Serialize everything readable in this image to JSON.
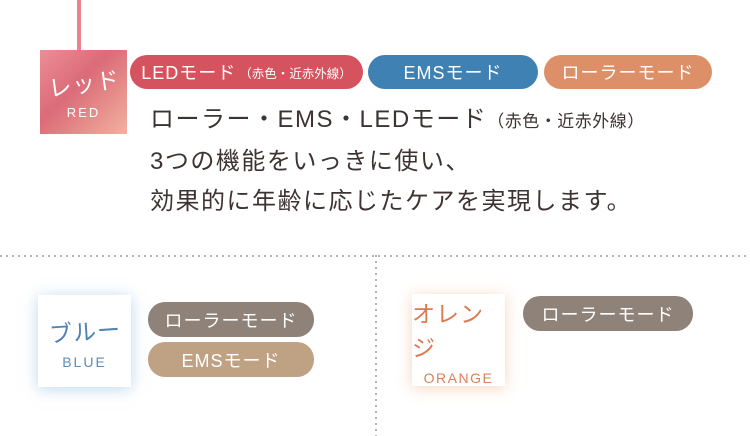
{
  "red_section": {
    "accent_line_color": "#e8838f",
    "swatch": {
      "label_jp": "レッド",
      "label_en": "RED",
      "gradient_colors": [
        "#ec8e97",
        "#db6b78",
        "#f2b19f"
      ]
    },
    "pills": [
      {
        "label": "LEDモード",
        "sub": "（赤色・近赤外線）",
        "color": "#d5535e"
      },
      {
        "label": "EMSモード",
        "color": "#4081b4"
      },
      {
        "label": "ローラーモード",
        "color": "#dd8f68"
      }
    ],
    "description": {
      "line1_main": "ローラー・EMS・LEDモード",
      "line1_sub": "（赤色・近赤外線）",
      "line2": "3つの機能をいっきに使い、",
      "line3": "効果的に年齢に応じたケアを実現します。",
      "text_color": "#3d3332"
    }
  },
  "blue_section": {
    "swatch": {
      "label_jp": "ブルー",
      "label_en": "BLUE",
      "text_color": "#4e81b7",
      "glow_color": "#cfe3f2"
    },
    "pills": [
      {
        "label": "ローラーモード",
        "color": "#8e8279"
      },
      {
        "label": "EMSモード",
        "color": "#bfa284"
      }
    ]
  },
  "orange_section": {
    "swatch": {
      "label_jp": "オレンジ",
      "label_en": "ORANGE",
      "text_color": "#dc7950",
      "glow_color": "#f9ded2"
    },
    "pills": [
      {
        "label": "ローラーモード",
        "color": "#8e8279"
      }
    ]
  },
  "dividers": {
    "style": "dotted",
    "color": "#b3b3b3"
  }
}
